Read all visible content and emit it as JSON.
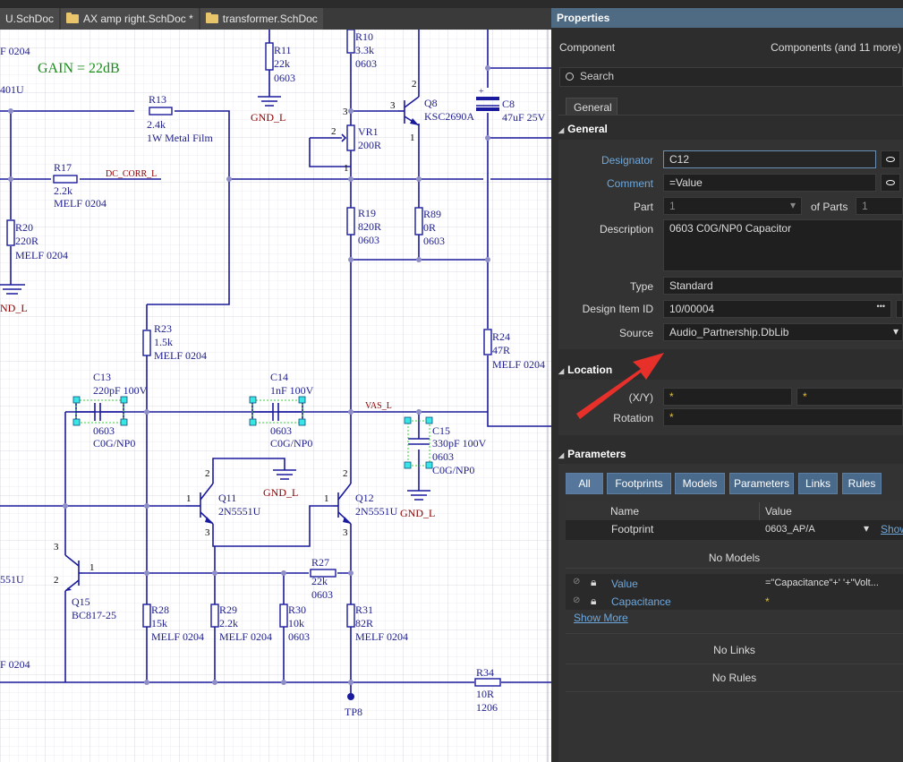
{
  "tabs": [
    {
      "label": "U.SchDoc"
    },
    {
      "label": "AX amp right.SchDoc *"
    },
    {
      "label": "transformer.SchDoc"
    }
  ],
  "schematic": {
    "gain_text": "GAIN = 22dB",
    "labels": {
      "f0204_top": "F 0204",
      "u401": "401U",
      "r11": "R11",
      "r11_val": "22k",
      "r11_pkg": "0603",
      "r10": "R10",
      "r10_val": "3.3k",
      "r10_pkg": "0603",
      "gnd_l_1": "GND_L",
      "q8": "Q8",
      "q8_val": "KSC2690A",
      "c8": "C8",
      "c8_val": "47uF 25V",
      "r13": "R13",
      "r13_val": "2.4k",
      "r13_desc": "1W Metal Film",
      "vr1": "VR1",
      "vr1_val": "200R",
      "r17": "R17",
      "r17_val": "2.2k",
      "r17_desc": "MELF 0204",
      "dc_corr": "DC_CORR_L",
      "r20": "R20",
      "r20_val": "220R",
      "r20_desc": "MELF 0204",
      "gnd_l_2": "ND_L",
      "r19": "R19",
      "r19_val": "820R",
      "r19_pkg": "0603",
      "r89": "R89",
      "r89_val": "0R",
      "r89_pkg": "0603",
      "r23": "R23",
      "r23_val": "1.5k",
      "r23_desc": "MELF 0204",
      "r24": "R24",
      "r24_val": "47R",
      "r24_desc": "MELF 0204",
      "c13": "C13",
      "c13_val": "220pF 100V",
      "c13_pkg": "0603",
      "c13_diel": "C0G/NP0",
      "c14": "C14",
      "c14_val": "1nF 100V",
      "c14_pkg": "0603",
      "c14_diel": "C0G/NP0",
      "vas_l": "VAS_L",
      "c15": "C15",
      "c15_val": "330pF 100V",
      "c15_pkg": "0603",
      "c15_diel": "C0G/NP0",
      "gnd_l_3": "GND_L",
      "gnd_l_4": "GND_L",
      "q11": "Q11",
      "q11_val": "2N5551U",
      "q12": "Q12",
      "q12_val": "2N5551U",
      "u551": "551U",
      "q15": "Q15",
      "q15_val": "BC817-25",
      "r27": "R27",
      "r27_val": "22k",
      "r27_pkg": "0603",
      "r28": "R28",
      "r28_val": "15k",
      "r28_desc": "MELF 0204",
      "r29": "R29",
      "r29_val": "2.2k",
      "r29_desc": "MELF 0204",
      "r30": "R30",
      "r30_val": "10k",
      "r30_pkg": "0603",
      "r31": "R31",
      "r31_val": "82R",
      "r31_desc": "MELF 0204",
      "f0204_bottom": "F 0204",
      "r34": "R34",
      "r34_val": "10R",
      "r34_pkg": "1206",
      "tp8": "TP8",
      "pin1": "1",
      "pin2": "2",
      "pin3": "3"
    }
  },
  "panel": {
    "title": "Properties",
    "component_label": "Component",
    "component_value": "Components (and 11 more)",
    "search_placeholder": "Search",
    "tab_general": "General",
    "section_general": "General",
    "designator_label": "Designator",
    "designator_value": "C12",
    "comment_label": "Comment",
    "comment_value": "=Value",
    "part_label": "Part",
    "part_value": "1",
    "of_parts_label": "of Parts",
    "of_parts_value": "1",
    "description_label": "Description",
    "description_value": "0603 C0G/NP0 Capacitor",
    "type_label": "Type",
    "type_value": "Standard",
    "design_item_label": "Design Item ID",
    "design_item_value": "10/00004",
    "source_label": "Source",
    "source_value": "Audio_Partnership.DbLib",
    "section_location": "Location",
    "xy_label": "(X/Y)",
    "x_value": "*",
    "y_value": "*",
    "rotation_label": "Rotation",
    "rotation_value": "*",
    "section_parameters": "Parameters",
    "filter_buttons": [
      "All",
      "Footprints",
      "Models",
      "Parameters",
      "Links",
      "Rules"
    ],
    "col_name": "Name",
    "col_value": "Value",
    "footprint_name": "Footprint",
    "footprint_value": "0603_AP/A",
    "footprint_show": "Show",
    "no_models": "No Models",
    "param_value_name": "Value",
    "param_value_value": "=\"Capacitance\"+' '+\"Volt...",
    "param_cap_name": "Capacitance",
    "param_cap_value": "*",
    "show_more": "Show More",
    "no_links": "No Links",
    "no_rules": "No Rules",
    "ellipsis": "•••"
  },
  "colors": {
    "wire": "#1a1a9e",
    "net_label": "#8b0000",
    "panel_bg": "#2d2d2d",
    "title_bar": "#4f6b84",
    "button": "#4a6a8c",
    "link": "#6fa8dc",
    "arrow": "#e8302a"
  }
}
